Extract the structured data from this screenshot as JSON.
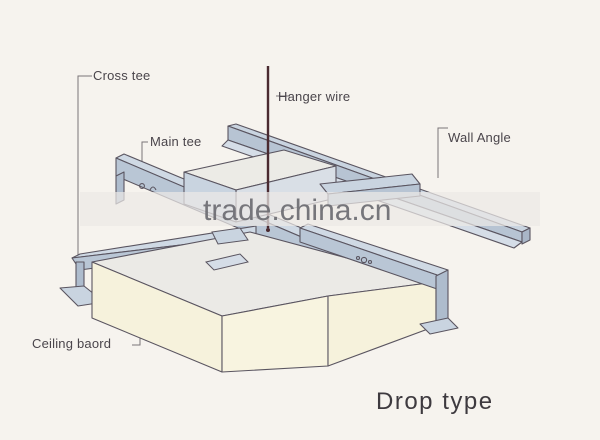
{
  "diagram": {
    "title": "Drop type",
    "labels": {
      "cross_tee": "Cross tee",
      "main_tee": "Main tee",
      "hanger_wire": "Hanger wire",
      "wall_angle": "Wall Angle",
      "ceiling_board": "Ceiling baord"
    },
    "watermark": "trade.china.cn",
    "colors": {
      "background": "#f6f3ee",
      "metal": "#c9d4e0",
      "metal_dark": "#aebccd",
      "outline": "#5a5560",
      "board_top": "#ecebe6",
      "board_side": "#f6f2dc",
      "hanger_wire": "#4a2a30",
      "text": "#4a454b"
    }
  }
}
